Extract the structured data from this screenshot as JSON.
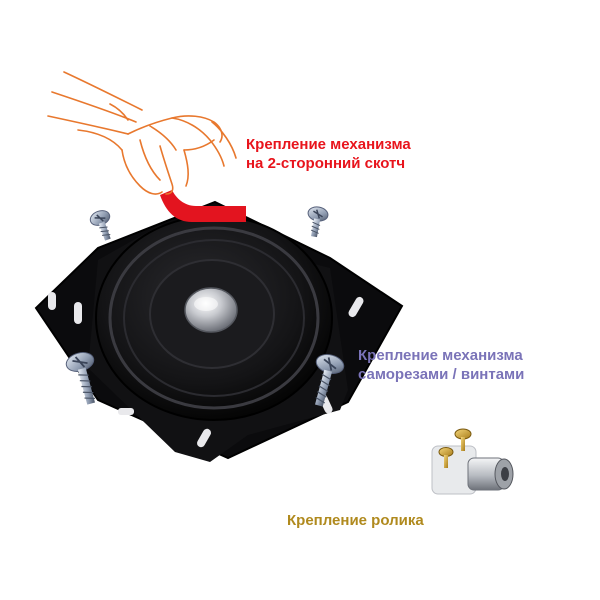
{
  "captions": {
    "tape": {
      "line1": "Крепление механизма",
      "line2": "на 2-сторонний скотч",
      "color": "#e8141c"
    },
    "screws": {
      "line1": "Крепление механизма",
      "line2": "саморезами / винтами",
      "color": "#7a73b8"
    },
    "roller": {
      "line1": "Крепление ролика",
      "color": "#b08a1e"
    }
  },
  "colors": {
    "plate": "#0e0e10",
    "hand_outline": "#e8782e",
    "tape": "#e3141f",
    "screw": "#9aa6b8",
    "roller_body": "#c9ccd0"
  },
  "objects": [
    "hand-illustration",
    "double-sided-tape",
    "swivel-plate",
    "screw",
    "roller-assembly"
  ]
}
